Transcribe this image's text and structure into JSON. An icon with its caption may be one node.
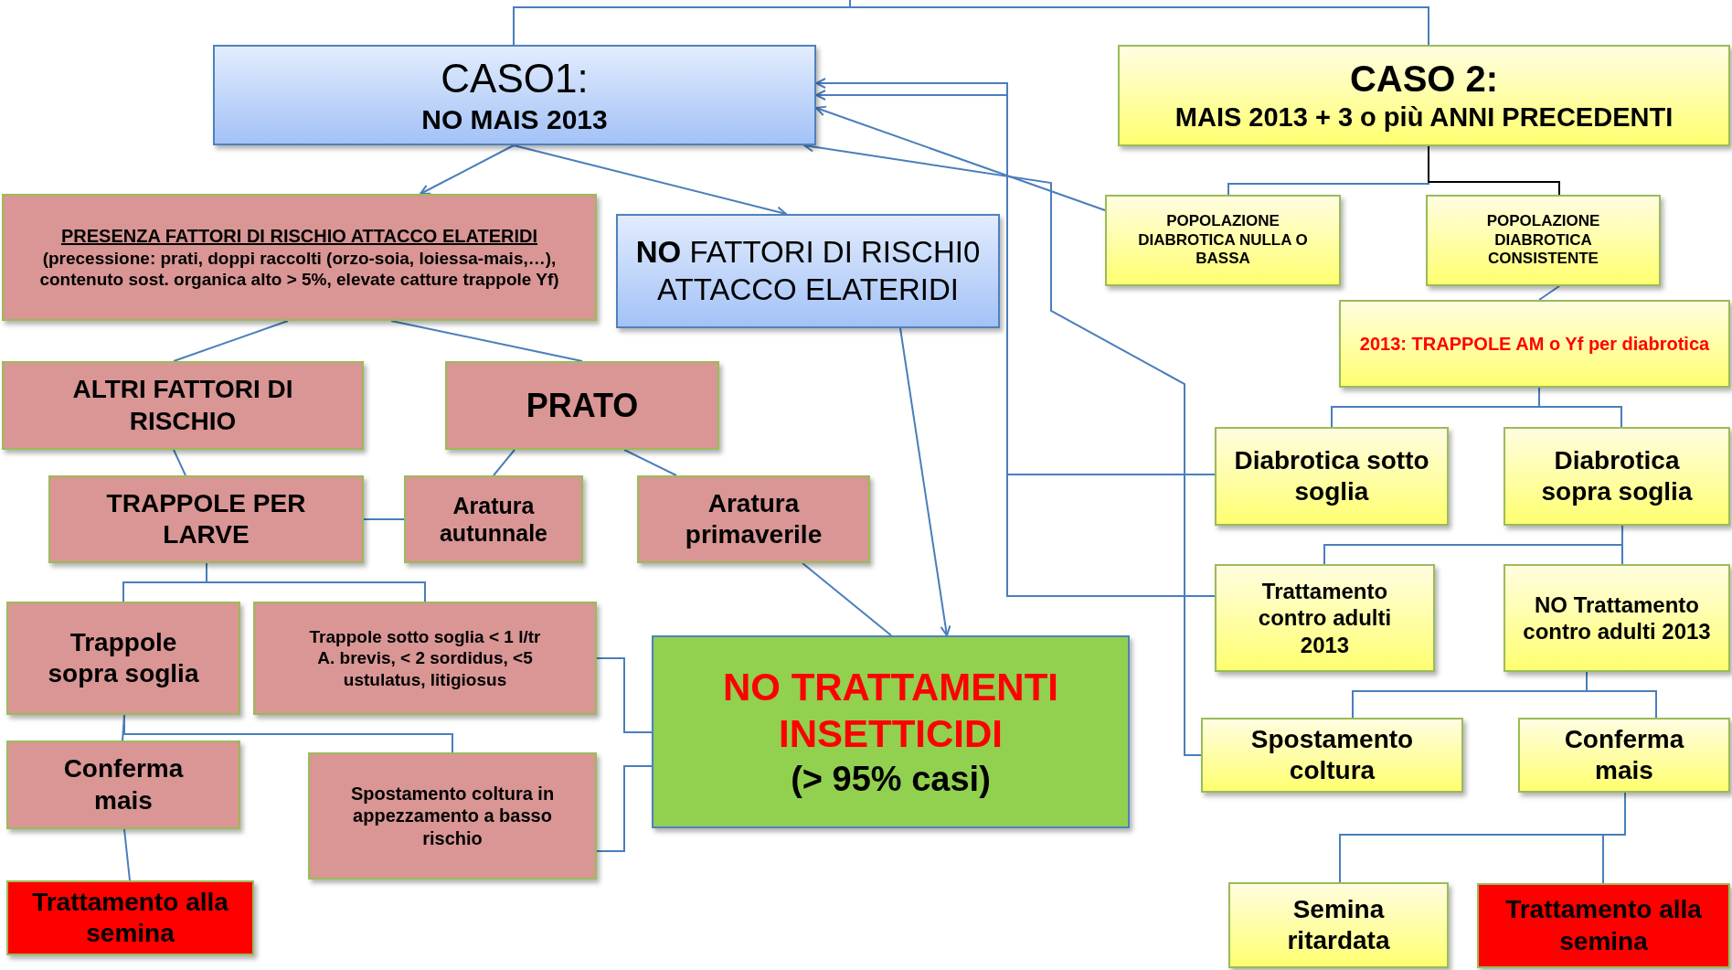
{
  "diagram": {
    "nodes": [
      {
        "text": [
          "CASO1:",
          "NO MAIS 2013"
        ]
      },
      {
        "text": [
          "CASO 2:",
          "MAIS 2013 + 3 o più ANNI PRECEDENTI"
        ]
      },
      {
        "text": [
          "PRESENZA FATTORI DI RISCHIO ATTACCO ELATERIDI",
          "(precessione: prati, doppi raccolti (orzo-soia, loiessa-mais,…), contenuto sost. organica alto > 5%, elevate catture trappole Yf)"
        ]
      },
      {
        "text": [
          "**NO** FATTORI DI RISCHI0 ATTACCO ELATERIDI"
        ]
      },
      {
        "text": [
          "POPOLAZIONE DIABROTICA NULLA O BASSA"
        ]
      },
      {
        "text": [
          "POPOLAZIONE DIABROTICA CONSISTENTE"
        ]
      },
      {
        "text": [
          "2013: TRAPPOLE AM o Yf per diabrotica"
        ]
      },
      {
        "text": [
          "ALTRI FATTORI DI RISCHIO"
        ]
      },
      {
        "text": [
          "PRATO"
        ]
      },
      {
        "text": [
          "TRAPPOLE PER LARVE"
        ]
      },
      {
        "text": [
          "Aratura autunnale"
        ]
      },
      {
        "text": [
          "Aratura primaverile"
        ]
      },
      {
        "text": [
          "Diabrotica sotto soglia"
        ]
      },
      {
        "text": [
          "Diabrotica sopra soglia"
        ]
      },
      {
        "text": [
          "Trappole sopra soglia"
        ]
      },
      {
        "text": [
          "Trappole sotto soglia < 1 l/tr A. brevis, < 2 sordidus, <5 ustulatus, litigiosus"
        ]
      },
      {
        "text": [
          "Trattamento contro adulti 2013"
        ]
      },
      {
        "text": [
          "NO Trattamento contro adulti 2013"
        ]
      },
      {
        "text": [
          "NO TRATTAMENTI INSETTICIDI",
          "(> 95% casi)"
        ]
      },
      {
        "text": [
          "Conferma mais"
        ]
      },
      {
        "text": [
          "Spostamento coltura in appezzamento a basso rischio"
        ]
      },
      {
        "text": [
          "Spostamento coltura"
        ]
      },
      {
        "text": [
          "Conferma mais"
        ]
      },
      {
        "text": [
          "Trattamento alla semina"
        ]
      },
      {
        "text": [
          "Semina ritardata"
        ]
      },
      {
        "text": [
          "Trattamento alla semina"
        ]
      }
    ],
    "edges": [
      {
        "from": null,
        "to": 0,
        "arrow": "none"
      },
      {
        "from": null,
        "to": 1,
        "arrow": "none"
      },
      {
        "from": 0,
        "to": 2,
        "arrow": "to"
      },
      {
        "from": 0,
        "to": 3,
        "arrow": "to"
      },
      {
        "from": 2,
        "to": 7,
        "arrow": "none"
      },
      {
        "from": 2,
        "to": 8,
        "arrow": "none"
      },
      {
        "from": 7,
        "to": 9,
        "arrow": "none"
      },
      {
        "from": 8,
        "to": 10,
        "arrow": "none"
      },
      {
        "from": 8,
        "to": 11,
        "arrow": "none"
      },
      {
        "from": 9,
        "to": 10,
        "arrow": "none"
      },
      {
        "from": 9,
        "to": 14,
        "arrow": "none"
      },
      {
        "from": 9,
        "to": 15,
        "arrow": "none"
      },
      {
        "from": 14,
        "to": 19,
        "arrow": "none"
      },
      {
        "from": 14,
        "to": 20,
        "arrow": "none"
      },
      {
        "from": 19,
        "to": 23,
        "arrow": "none"
      },
      {
        "from": 15,
        "to": 18,
        "arrow": "none"
      },
      {
        "from": 20,
        "to": 18,
        "arrow": "none"
      },
      {
        "from": 11,
        "to": 18,
        "arrow": "none"
      },
      {
        "from": 3,
        "to": 18,
        "arrow": "to"
      },
      {
        "from": 4,
        "to": 0,
        "arrow": "to"
      },
      {
        "from": 1,
        "to": 4,
        "arrow": "none"
      },
      {
        "from": 1,
        "to": 5,
        "arrow": "none",
        "color": "#000000"
      },
      {
        "from": 5,
        "to": 6,
        "arrow": "none"
      },
      {
        "from": 6,
        "to": 12,
        "arrow": "none"
      },
      {
        "from": 6,
        "to": 13,
        "arrow": "none"
      },
      {
        "from": 12,
        "to": 0,
        "arrow": "to"
      },
      {
        "from": 16,
        "to": 0,
        "arrow": "to"
      },
      {
        "from": 13,
        "to": 16,
        "arrow": "none"
      },
      {
        "from": 13,
        "to": 17,
        "arrow": "none"
      },
      {
        "from": 17,
        "to": 21,
        "arrow": "none"
      },
      {
        "from": 17,
        "to": 22,
        "arrow": "none"
      },
      {
        "from": 21,
        "to": 0,
        "arrow": "to"
      },
      {
        "from": 22,
        "to": 24,
        "arrow": "none"
      },
      {
        "from": 22,
        "to": 25,
        "arrow": "none"
      }
    ]
  }
}
